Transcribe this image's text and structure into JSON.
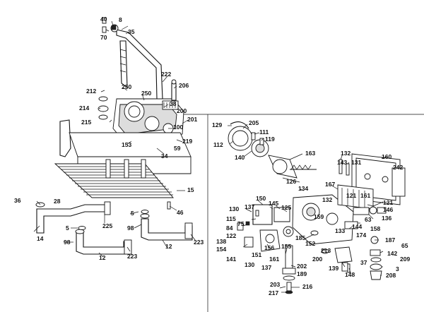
{
  "diagram": {
    "labels": {
      "l40": "40",
      "l8": "8",
      "l35": "35",
      "l70": "70",
      "l222": "222",
      "l206": "206",
      "l212": "212",
      "l250a": "250",
      "l250b": "250",
      "l38": "38",
      "l214": "214",
      "l200": "200",
      "l215": "215",
      "l201": "201",
      "l100": "100",
      "l219": "219",
      "l153": "153",
      "l34": "34",
      "l59": "59",
      "l36": "36",
      "l28": "28",
      "l14": "14",
      "l5a": "5",
      "l5b": "5",
      "l225": "225",
      "l98a": "98",
      "l98b": "98",
      "l12a": "12",
      "l12b": "12",
      "l223a": "223",
      "l223b": "223",
      "l15": "15",
      "l46": "46",
      "l129": "129",
      "l205": "205",
      "l111": "111",
      "l119": "119",
      "l112": "112",
      "l140": "140",
      "l163": "163",
      "l132a": "132",
      "l143": "143",
      "l131": "131",
      "l160": "160",
      "l242": "242",
      "l126": "126",
      "l134": "134",
      "l167": "167",
      "l121a": "121",
      "l161": "161",
      "l146": "146",
      "l136": "136",
      "l121b": "121",
      "l158": "158",
      "l63": "63",
      "l144": "144",
      "l133": "133",
      "l174": "174",
      "l150": "150",
      "l137a": "137",
      "l145": "145",
      "l125": "125",
      "l132b": "132",
      "l159": "159",
      "l130a": "130",
      "l115": "115",
      "l75": "75",
      "l84": "84",
      "l138": "138",
      "l122": "122",
      "l154": "154",
      "l141": "141",
      "l151": "151",
      "l156": "156",
      "l155": "155",
      "l185": "185",
      "l130b": "130",
      "l137b": "137",
      "l161b": "161",
      "l200b": "200",
      "l213": "213",
      "l152": "152",
      "l187": "187",
      "l65": "65",
      "l142": "142",
      "l209": "209",
      "l37": "37",
      "l3": "3",
      "l208": "208",
      "l139": "139",
      "l148": "148",
      "l202": "202",
      "l189": "189",
      "l203": "203",
      "l216": "216",
      "l217": "217"
    }
  }
}
